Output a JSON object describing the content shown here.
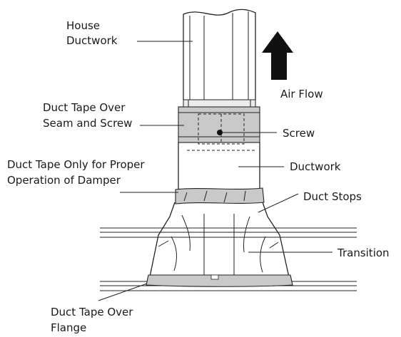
{
  "labels": {
    "house_ductwork_1": "House",
    "house_ductwork_2": "Ductwork",
    "air_flow": "Air Flow",
    "tape_seam_1": "Duct Tape Over",
    "tape_seam_2": "Seam and Screw",
    "screw": "Screw",
    "tape_damper_1": "Duct Tape Only for Proper",
    "tape_damper_2": "Operation of Damper",
    "ductwork": "Ductwork",
    "duct_stops": "Duct Stops",
    "transition": "Transition",
    "tape_flange_1": "Duct Tape Over",
    "tape_flange_2": "Flange"
  }
}
